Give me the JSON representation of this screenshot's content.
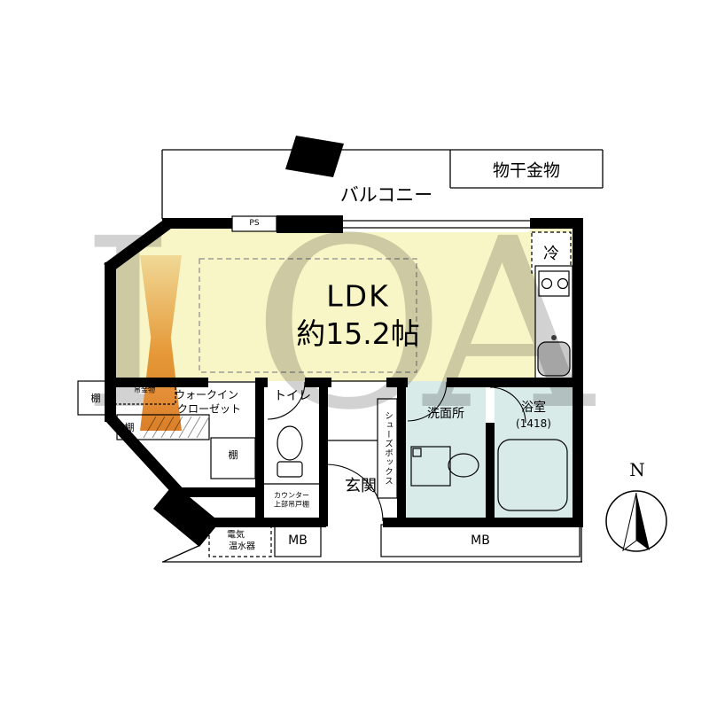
{
  "plan": {
    "balcony": {
      "label": "バルコニー",
      "laundry_hardware": "物干金物"
    },
    "ldk": {
      "name": "LDK",
      "area": "約15.2帖",
      "ps": "PS",
      "fridge": "冷"
    },
    "wic": {
      "name_line1": "ウォークイン",
      "name_line2": "クローゼット",
      "hanger": "吊金物",
      "shelf_left": "棚",
      "shelf_mid": "棚",
      "shelf_lower": "棚"
    },
    "toilet": {
      "name": "トイレ",
      "cabinet_line1": "カウンター",
      "cabinet_line2": "上部吊戸棚"
    },
    "entrance": {
      "name": "玄関",
      "shoebox": "シューズボックス"
    },
    "washroom": {
      "name": "洗面所"
    },
    "bath": {
      "name": "浴室",
      "size": "(1418)"
    },
    "equipment": {
      "water_heater_line1": "電気",
      "water_heater_line2": "温水器",
      "meter_box_left": "MB",
      "meter_box_right": "MB"
    },
    "compass": {
      "north": "N"
    }
  },
  "watermark": {
    "letter_i": "I",
    "letter_o": "O",
    "letter_a": "A"
  },
  "colors": {
    "ldk_fill": "#f8f5c6",
    "wet_room_fill": "#d8ebe9",
    "wall": "#000000",
    "watermark_gray": "#d2d2d2",
    "watermark_orange_top": "#f7e2c2",
    "watermark_orange_bottom": "#db7f28"
  }
}
